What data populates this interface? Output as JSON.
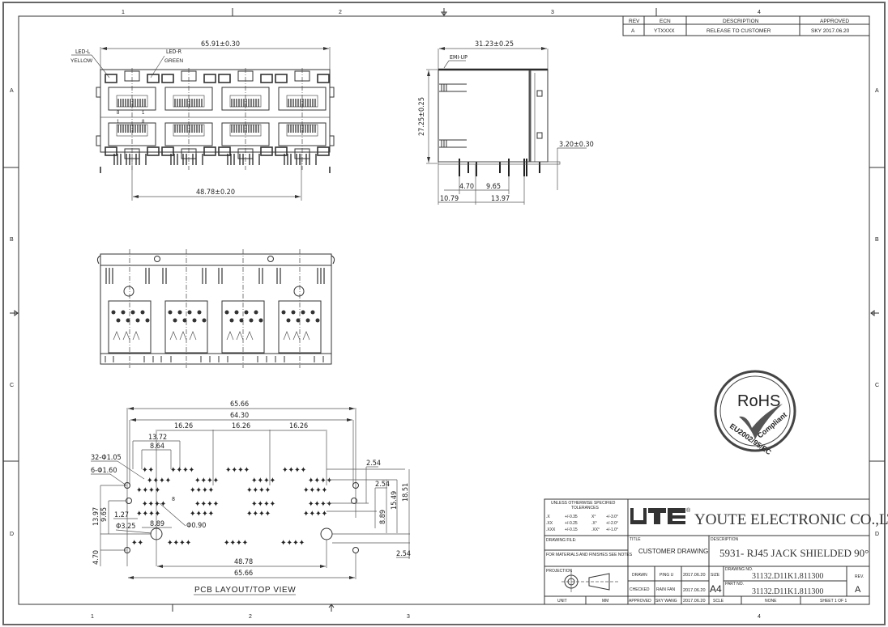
{
  "sheet": {
    "zones_top": [
      "1",
      "2",
      "3",
      "4"
    ],
    "zones_side": [
      "A",
      "B",
      "C",
      "D"
    ]
  },
  "revision_table": {
    "headers": [
      "REV",
      "ECN",
      "DESCRIPTION",
      "APPROVED"
    ],
    "rows": [
      {
        "rev": "A",
        "ecn": "YTXXXX",
        "description": "RELEASE TO CUSTOMER",
        "approved": "SKY 2017.06.20"
      }
    ]
  },
  "front_view": {
    "width_dim": "65.91±0.30",
    "pitch_dim": "48.78±0.20",
    "led_left": {
      "name": "LED-L",
      "color": "YELLOW"
    },
    "led_right": {
      "name": "LED-R",
      "color": "GREEN"
    },
    "pin_labels_top": [
      "8",
      "1"
    ],
    "pin_labels_bottom": [
      "1",
      "8"
    ]
  },
  "side_view": {
    "depth_dim": "31.23±0.25",
    "height_dim": "27.25±0.25",
    "label_emi": "EMI-UP",
    "pin_length_dim": "3.20±0.30",
    "dims_bottom": [
      "4.70",
      "9.65",
      "10.79",
      "13.97"
    ]
  },
  "pcb_layout": {
    "title": "PCB LAYOUT/TOP VIEW",
    "dims_top": [
      "65.66",
      "64.30",
      "16.26",
      "16.26",
      "16.26",
      "13.72",
      "8.64"
    ],
    "holes": [
      "32-Φ1.05",
      "6-Φ1.60",
      "Φ3.25",
      "Φ0.90"
    ],
    "dims_left": [
      "13.97",
      "9.65",
      "4.70",
      "1.27"
    ],
    "dim_center": "8.89",
    "pin_mark": "8",
    "dims_right": [
      "2.54",
      "2.54",
      "8.89",
      "15.49",
      "18.51",
      "2.54"
    ],
    "dims_bottom": [
      "48.78",
      "65.66"
    ]
  },
  "rohs": {
    "title": "RoHS",
    "compliant": "Compliant",
    "directive": "EU2002/95/EC"
  },
  "title_block": {
    "tolerances_title": "UNLESS OTHERWISE SPECIFIED",
    "tolerances_sub": "TOLERANCES",
    "tolerances": [
      {
        "k": ".X",
        "v": "+/-0.35",
        "ak": "X°",
        "av": "+/-3.0°"
      },
      {
        "k": ".XX",
        "v": "+/-0.25",
        "ak": ".X°",
        "av": "+/-2.0°"
      },
      {
        "k": ".XXX",
        "v": "+/-0.15",
        "ak": ".XX°",
        "av": "+/-1.0°"
      }
    ],
    "company": "YOUTE ELECTRONIC CO.,LTD",
    "logo": "UTE",
    "drawing_file_label": "DRAWING FILE:",
    "materials_note": "FOR MATERIALS AND FINISHES SEE NOTES",
    "title_label": "TITLE",
    "title": "CUSTOMER DRAWING",
    "description_label": "DESCRIPTION",
    "description": "5931- RJ45 JACK SHIELDED 90°",
    "projection_label": "PROJECTION",
    "drawn_label": "DRAWN",
    "drawn_by": "PING U",
    "drawn_date": "2017.06.20",
    "checked_label": "CHECKED",
    "checked_by": "RAIN FAN",
    "checked_date": "2017.06.20",
    "approved_label": "APPROVED",
    "approved_by": "SKY WANG",
    "approved_date": "2017.06.20",
    "size_label": "SIZE",
    "size": "A4",
    "drawing_no_label": "DRAWING NO.",
    "drawing_no": "31132.D11K1.811300",
    "part_no_label": "PART NO.",
    "part_no": "31132.D11K1.811300",
    "rev_label": "REV.",
    "rev": "A",
    "unit_label": "UNIT",
    "unit": "MM",
    "scale_label": "SCLE",
    "scale": "NONE",
    "sheet": "SHEET 1 OF 1"
  }
}
